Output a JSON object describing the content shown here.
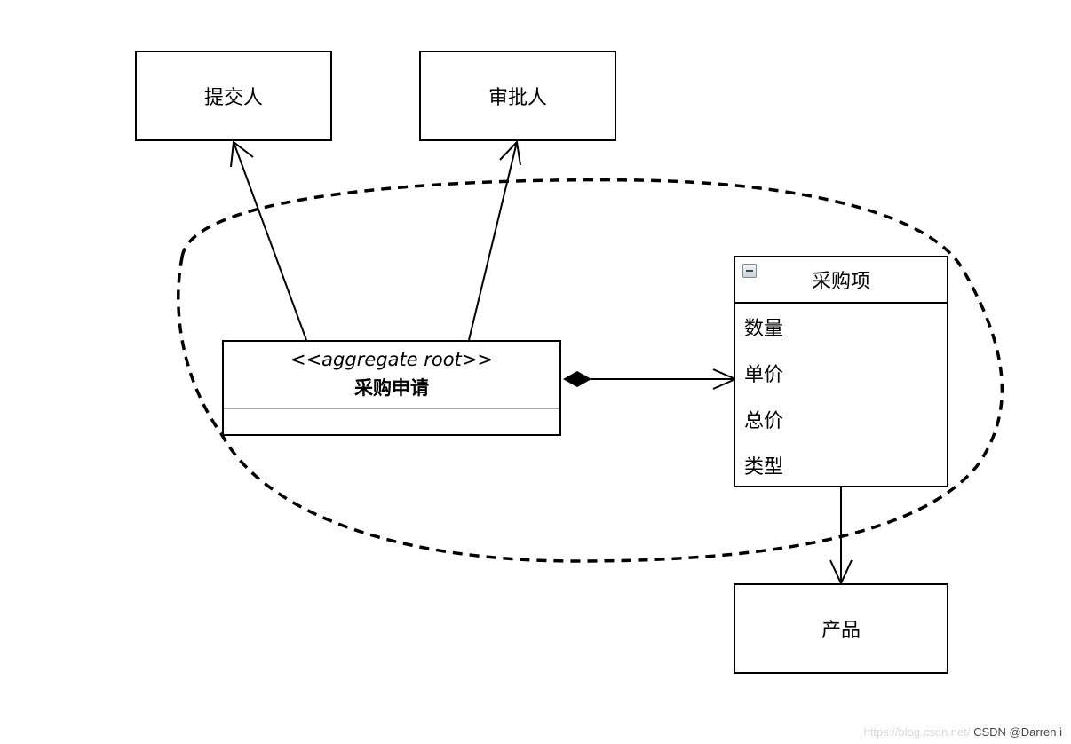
{
  "boxes": {
    "submitter": "提交人",
    "approver": "审批人",
    "product": "产品"
  },
  "aggregate_root": {
    "stereotype": "<<aggregate root>>",
    "name": "采购申请"
  },
  "purchase_item": {
    "title": "采购项",
    "attributes": [
      "数量",
      "单价",
      "总价",
      "类型"
    ]
  },
  "watermark": {
    "url": "https://blog.csdn.net/",
    "author": "CSDN @Darren  i"
  }
}
